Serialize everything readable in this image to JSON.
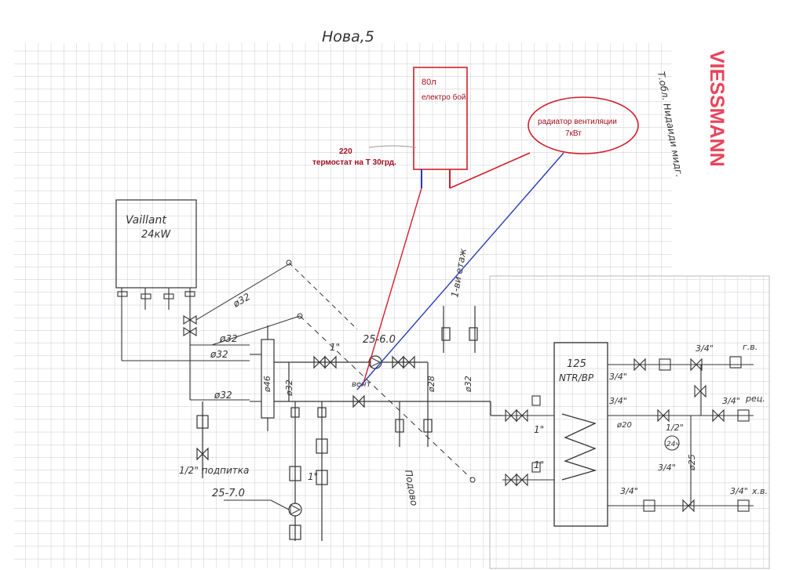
{
  "sheet": {
    "title": "Нова,5",
    "brand": "VIESSMANN",
    "side_note": "Т.обл. Нидаиди мидг."
  },
  "colors": {
    "paper": "#ffffff",
    "grid": "#c9c9d1",
    "ink": "#333333",
    "red_line": "#d01f2a",
    "blue_line": "#2a3bb3",
    "label_red": "#a01020",
    "brand": "#e8455a",
    "blue_ink": "#4a6fd0"
  },
  "boiler": {
    "name": "Vaillant",
    "power": "24кW"
  },
  "storage_tank": {
    "volume": "80л",
    "type": "електро бой"
  },
  "thermostat": {
    "voltage": "220",
    "note": "термостат на Т 30грд."
  },
  "radiator": {
    "name": "радиатор вентиляции",
    "power": "7кВт"
  },
  "hydro_separator": {
    "label": "ø46"
  },
  "heat_exchanger": {
    "model": "125",
    "type": "NTR/BP"
  },
  "pumps": [
    {
      "label": "25-6.0"
    },
    {
      "label": "25-7.0"
    }
  ],
  "labels": {
    "pipe_32_a": "ø32",
    "pipe_32_b": "ø32",
    "pipe_32_blue_top": "ø32",
    "pipe_32_blue_bottom": "ø32",
    "pipe_32_vertical": "ø32",
    "pipe_32_right": "ø32",
    "pipe_28": "ø28",
    "inch_1_a": "1\"",
    "inch_1_b": "1\"",
    "inch_1_c": "1\"",
    "inch_1_d": "1\"",
    "half_inch_fill": "1/2\" подпитка",
    "half_inch_right": "1/2\"",
    "floor_1": "1-ви етаж",
    "floor_heating": "Подово",
    "vent": "вент",
    "three_quarter_a": "3/4\"",
    "three_quarter_b": "3/4\"",
    "three_quarter_c": "3/4\"",
    "three_quarter_d": "3/4\"",
    "three_quarter_e": "3/4\"",
    "three_quarter_f": "3/4\"",
    "three_quarter_g": "3/4\"",
    "hot_water": "г.в.",
    "recirculation": "рец.",
    "cold_water": "х.в.",
    "pipe_25": "ø25",
    "pipe_20": "ø20",
    "timer_24h": "24ч"
  }
}
